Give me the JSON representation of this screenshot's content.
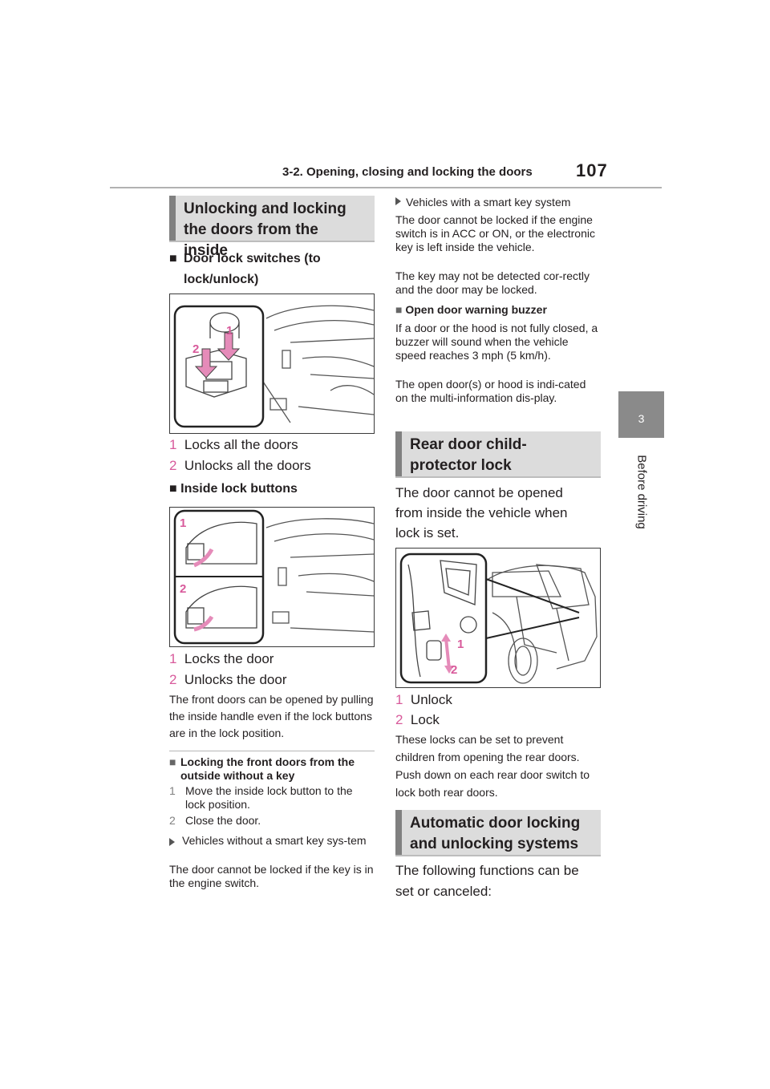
{
  "header": {
    "section_title": "3-2. Opening, closing and locking the doors",
    "page_number": "107"
  },
  "side": {
    "chapter_number": "3",
    "chapter_label": "Before driving"
  },
  "col1": {
    "heading": "Unlocking and locking the doors from the inside",
    "door_lock_switches": {
      "title": "Door lock switches (to lock/unlock)",
      "figure_callouts": [
        "1",
        "2"
      ],
      "steps": [
        {
          "num": "1",
          "text": "Locks all the doors"
        },
        {
          "num": "2",
          "text": "Unlocks all the doors"
        }
      ]
    },
    "inside_lock_buttons": {
      "title": "Inside lock buttons",
      "figure_callouts": [
        "1",
        "2"
      ],
      "steps": [
        {
          "num": "1",
          "text": "Locks the door"
        },
        {
          "num": "2",
          "text": "Unlocks the door"
        }
      ],
      "note": "The front doors can be opened by pulling the inside handle even if the lock buttons are in the lock position."
    },
    "locking_front": {
      "title": "Locking the front doors from the outside without a key",
      "steps": [
        {
          "num": "1",
          "text": "Move the inside lock button to the lock position."
        },
        {
          "num": "2",
          "text": "Close the door."
        }
      ],
      "without_smart_key": "Vehicles without a smart key sys-tem",
      "without_smart_key_note": "The door cannot be locked if the key is in the engine switch."
    }
  },
  "col2": {
    "with_smart_key": "Vehicles with a smart key system",
    "with_smart_key_note1": "The door cannot be locked if the engine switch is in ACC or ON, or the electronic key is left inside the vehicle.",
    "with_smart_key_note2": "The key may not be detected cor-rectly and the door may be locked.",
    "buzzer": {
      "title": "Open door warning buzzer",
      "text1": "If a door or the hood is not fully closed, a buzzer will sound when the vehicle speed reaches 3 mph (5 km/h).",
      "text2": "The open door(s) or hood is indi-cated on the multi-information dis-play."
    },
    "child_lock": {
      "heading": "Rear door child-protector lock",
      "intro": "The door cannot be opened from inside the vehicle when lock is set.",
      "figure_callouts": [
        "1",
        "2"
      ],
      "steps": [
        {
          "num": "1",
          "text": "Unlock"
        },
        {
          "num": "2",
          "text": "Lock"
        }
      ],
      "note": "These locks can be set to prevent children from opening the rear doors. Push down on each rear door switch to lock both rear doors."
    },
    "auto_lock": {
      "heading": "Automatic door locking and unlocking systems",
      "intro": "The following functions can be set or canceled:"
    }
  }
}
